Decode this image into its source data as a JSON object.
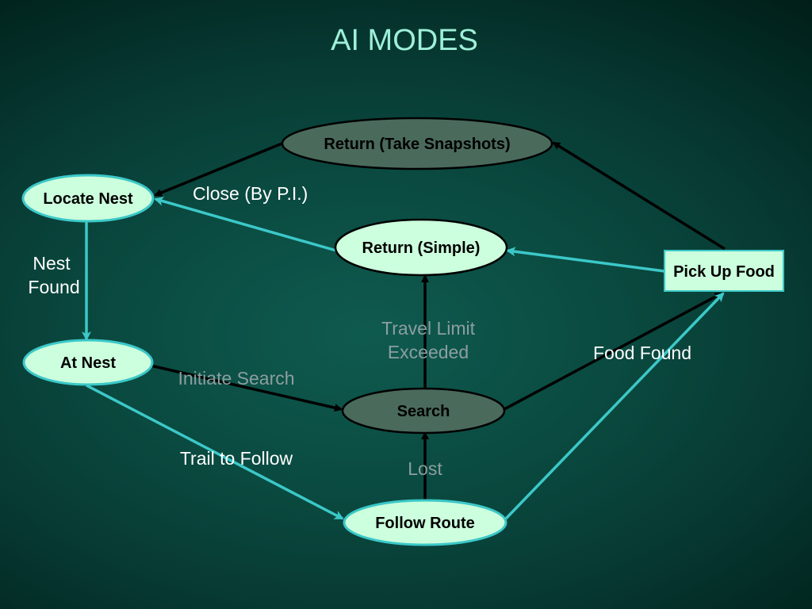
{
  "title": "AI MODES",
  "colors": {
    "light_node_fill": "#ccffdd",
    "dark_node_fill": "#4a6a5c",
    "cyan_arrow": "#3cc8c8",
    "black_arrow": "#000000",
    "title_color": "#9ef0d8",
    "gray_label": "#8c9ea0"
  },
  "nodes": {
    "return_snapshots": "Return (Take Snapshots)",
    "locate_nest": "Locate Nest",
    "return_simple": "Return (Simple)",
    "pick_up_food": "Pick Up Food",
    "at_nest": "At Nest",
    "search": "Search",
    "follow_route": "Follow Route"
  },
  "labels": {
    "close_by_pi": "Close (By P.I.)",
    "nest_found_1": "Nest",
    "nest_found_2": "Found",
    "travel_limit_1": "Travel Limit",
    "travel_limit_2": "Exceeded",
    "food_found": "Food Found",
    "initiate_search": "Initiate Search",
    "trail_to_follow": "Trail to Follow",
    "lost": "Lost"
  }
}
